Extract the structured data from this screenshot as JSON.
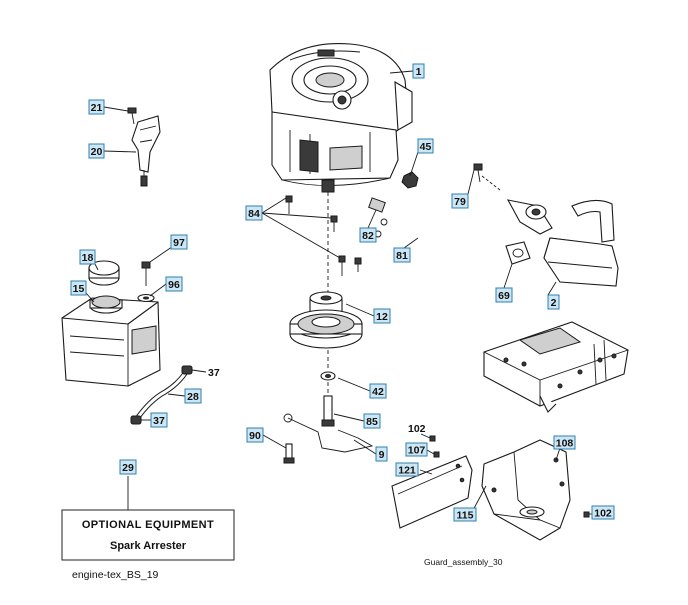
{
  "callouts": {
    "c1": "1",
    "c2": "2",
    "c9": "9",
    "c12": "12",
    "c15": "15",
    "c18": "18",
    "c20": "20",
    "c21": "21",
    "c28": "28",
    "c29": "29",
    "c37a": "37",
    "c37b": "37",
    "c42": "42",
    "c45": "45",
    "c69": "69",
    "c79": "79",
    "c81": "81",
    "c82": "82",
    "c84": "84",
    "c85": "85",
    "c90": "90",
    "c96": "96",
    "c97": "97",
    "c102a": "102",
    "c102b": "102",
    "c107": "107",
    "c108": "108",
    "c115": "115",
    "c121": "121"
  },
  "optional_equipment": {
    "title": "OPTIONAL EQUIPMENT",
    "item": "Spark Arrester"
  },
  "captions": {
    "diagram_id": "engine-tex_BS_19",
    "guard_label": "Guard_assembly_30"
  }
}
